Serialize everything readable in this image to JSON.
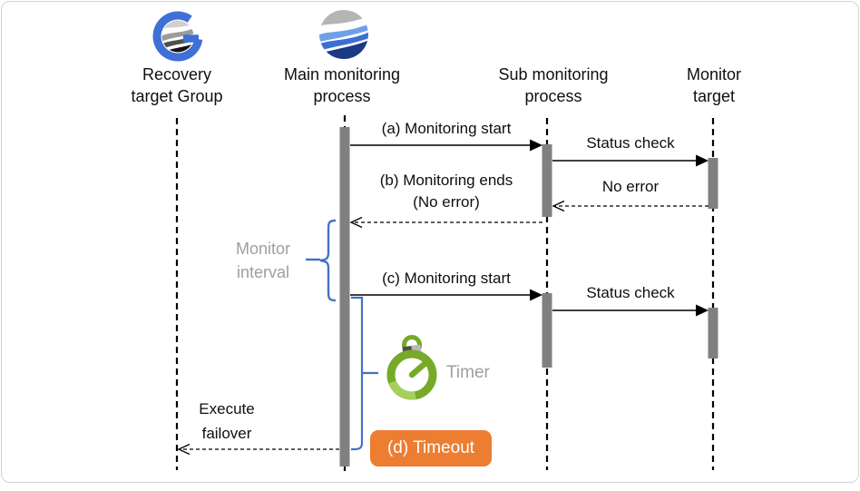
{
  "page": {
    "background": "#ffffff",
    "border_color": "#d2d2d2"
  },
  "lifelines": [
    {
      "name": "recovery-target-group",
      "line1": "Recovery",
      "line2": "target Group"
    },
    {
      "name": "main-monitoring-process",
      "line1": "Main monitoring",
      "line2": "process"
    },
    {
      "name": "sub-monitoring-process",
      "line1": "Sub monitoring",
      "line2": "process"
    },
    {
      "name": "monitor-target",
      "line1": "Monitor",
      "line2": "target"
    }
  ],
  "messages": {
    "a_monitoring_start": "(a) Monitoring start",
    "status_check_1": "Status check",
    "b_monitoring_ends_line1": "(b) Monitoring ends",
    "b_monitoring_ends_line2": "(No error)",
    "no_error": "No error",
    "c_monitoring_start": "(c) Monitoring start",
    "status_check_2": "Status check",
    "execute_failover_line1": "Execute",
    "execute_failover_line2": "failover"
  },
  "annotations": {
    "monitor_interval_line1": "Monitor",
    "monitor_interval_line2": "interval",
    "timer_label": "Timer",
    "timeout_label": "(d) Timeout"
  },
  "icons": [
    {
      "name": "recovery-group-logo-icon",
      "glyph": "blue G ring around gray wave sphere"
    },
    {
      "name": "wave-sphere-logo-icon",
      "glyph": "blue and gray wave sphere"
    },
    {
      "name": "timer-stopwatch-icon",
      "glyph": "green stopwatch"
    }
  ],
  "colors": {
    "activation_bar": "#808080",
    "accent_blue": "#4472c4",
    "timeout_orange": "#ed7d31",
    "timer_green": "#76aa28",
    "muted_text": "#9e9e9e",
    "line_black": "#000000"
  }
}
